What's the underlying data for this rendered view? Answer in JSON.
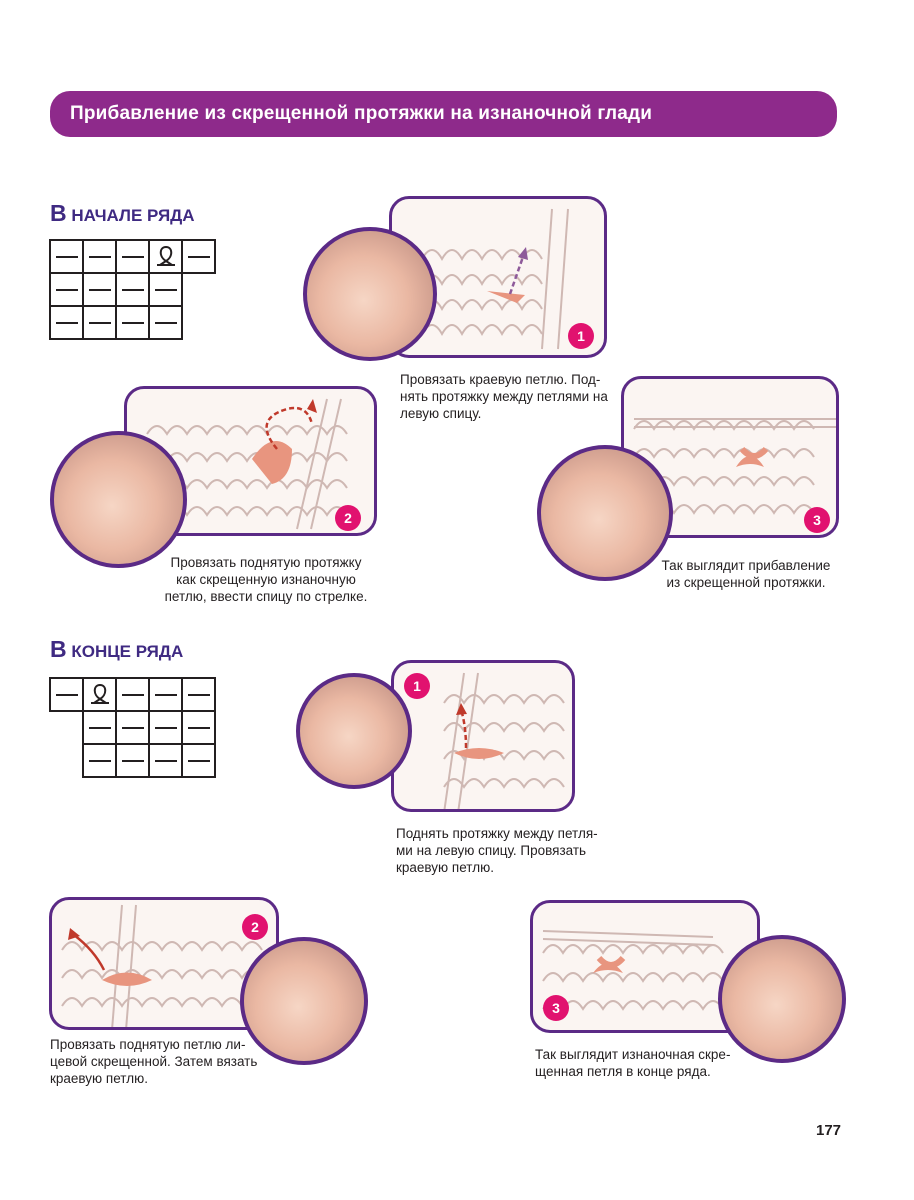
{
  "header": {
    "title": "Прибавление из скрещенной протяжки на изнаночной глади"
  },
  "sections": [
    {
      "heading_cap": "В",
      "heading_rest": " НАЧАЛЕ РЯДА"
    },
    {
      "heading_cap": "В",
      "heading_rest": " КОНЦЕ РЯДА"
    }
  ],
  "steps": [
    {
      "number": "1",
      "caption_lines": [
        "Провязать краевую петлю. Под-",
        "нять протяжку между петлями на",
        "левую спицу."
      ]
    },
    {
      "number": "2",
      "caption_lines": [
        "Провязать поднятую протяжку",
        "как скрещенную изнаночную",
        "петлю, ввести спицу по стрелке."
      ]
    },
    {
      "number": "3",
      "caption_lines": [
        "Так выглядит прибавление",
        "из скрещенной протяжки."
      ]
    },
    {
      "number": "1",
      "caption_lines": [
        "Поднять протяжку между петля-",
        "ми на левую спицу. Провязать",
        "краевую петлю."
      ]
    },
    {
      "number": "2",
      "caption_lines": [
        "Провязать поднятую петлю ли-",
        "цевой скрещенной. Затем вязать",
        "краевую петлю."
      ]
    },
    {
      "number": "3",
      "caption_lines": [
        "Так выглядит изнаночная скре-",
        "щенная петля в конце ряда."
      ]
    }
  ],
  "page_number": "177",
  "colors": {
    "banner": "#8e2a8b",
    "heading": "#3f2a82",
    "frame": "#5b2a86",
    "badge": "#e1126f",
    "accent": "#e8957f"
  }
}
